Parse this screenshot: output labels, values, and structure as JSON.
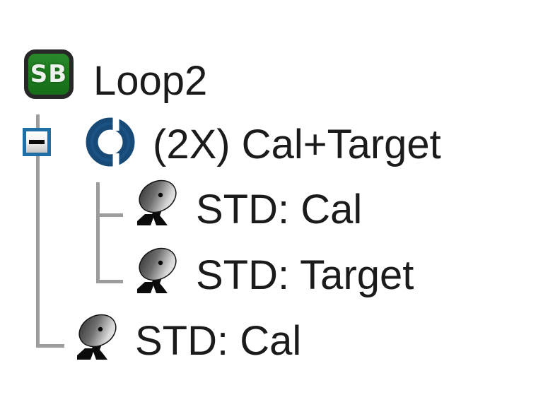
{
  "colors": {
    "background": "#ffffff",
    "text": "#1b1b1b",
    "tree_line": "#9c9c9c",
    "sb_badge_green": "#1e7c1f",
    "sb_badge_border": "#272727",
    "loop_ring_blue": "#174a77",
    "expander_border_blue": "#1e6fa5",
    "dish_dark": "#2b2b2b",
    "dish_light": "#f2f2f2"
  },
  "icons": {
    "root": "sb-badge-icon",
    "expander": "collapse-minus-icon",
    "loop": "loop-arrows-icon",
    "leaf": "antenna-dish-icon"
  },
  "tree": {
    "root": {
      "badge": "SB",
      "label": "Loop2"
    },
    "loop_node": {
      "label": "(2X) Cal+Target",
      "expanded": true
    },
    "loop_children": [
      {
        "label": "STD: Cal"
      },
      {
        "label": "STD: Target"
      }
    ],
    "last_child": {
      "label": "STD: Cal"
    }
  }
}
